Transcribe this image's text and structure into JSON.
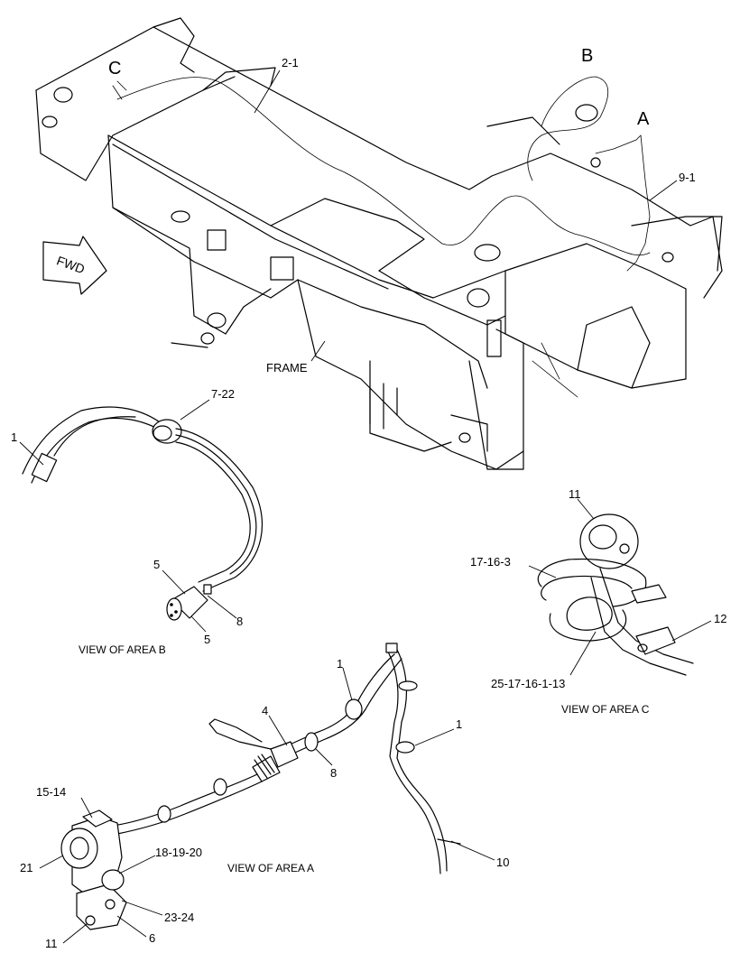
{
  "area_letters": {
    "a": "A",
    "b": "B",
    "c": "C"
  },
  "frame": {
    "label": "FRAME"
  },
  "direction": {
    "label": "FWD"
  },
  "callouts": {
    "harness_2_1": "2-1",
    "harness_9_1": "9-1",
    "b_7_22": "7-22",
    "b_1": "1",
    "b_5_top": "5",
    "b_5_bottom": "5",
    "b_8": "8",
    "c_11": "11",
    "c_17_16_3": "17-16-3",
    "c_12": "12",
    "c_25_17_16_1_13": "25-17-16-1-13",
    "a_1_top": "1",
    "a_1_right": "1",
    "a_4": "4",
    "a_8": "8",
    "a_15_14": "15-14",
    "a_18_19_20": "18-19-20",
    "a_21": "21",
    "a_23_24": "23-24",
    "a_11": "11",
    "a_6": "6",
    "a_10": "10"
  },
  "views": {
    "area_b": "VIEW OF AREA B",
    "area_c": "VIEW OF AREA C",
    "area_a": "VIEW OF AREA  A"
  }
}
